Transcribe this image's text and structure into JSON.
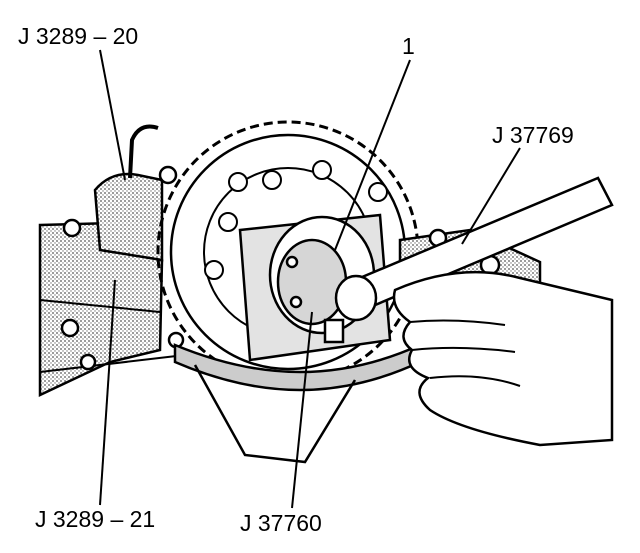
{
  "labels": {
    "j3289_20": "J 3289 – 20",
    "part_1": "1",
    "j37769": "J 37769",
    "j3289_21": "J 3289 – 21",
    "j37760": "J 37760"
  }
}
